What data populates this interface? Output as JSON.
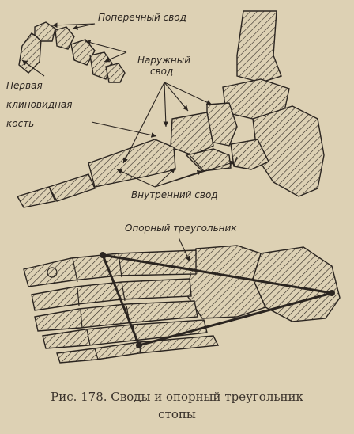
{
  "labels": {
    "transverse_arch": "Поперечный свод",
    "outer_arch_line1": "Наружный",
    "outer_arch_line2": "свод",
    "first_cuneiform_line1": "Первая",
    "first_cuneiform_line2": "клиновидная",
    "first_cuneiform_line3": "кость",
    "inner_arch": "Внутренний свод",
    "support_triangle": "Опорный треугольник"
  },
  "caption": {
    "line1": "Рис. 178. Своды и опорный треугольник",
    "line2": "стопы"
  }
}
